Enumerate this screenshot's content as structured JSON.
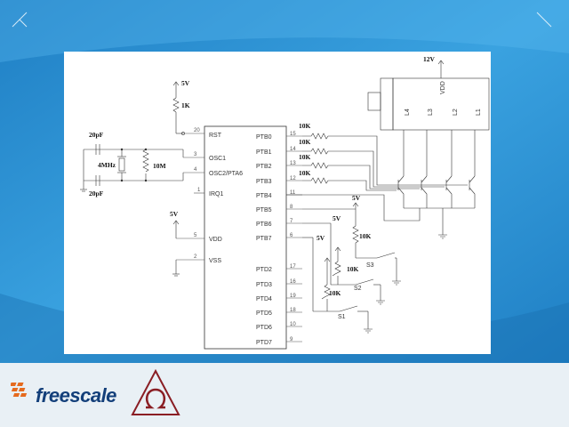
{
  "colors": {
    "background": "#2a8fd0",
    "panel": "#ffffff",
    "footer": "#e9f0f5",
    "brand": "#133f7a",
    "brand_accent": "#e56a1e",
    "omega": "#8a1e24"
  },
  "brand": {
    "name": "freescale"
  },
  "schematic": {
    "power_labels": {
      "vcc_top": "5V",
      "vdd_left": "5V",
      "vdd_supply": "12V",
      "sw3": "5V",
      "sw2": "5V",
      "sw1": "5V"
    },
    "components": {
      "r_reset": "1K",
      "c1": "20pF",
      "c2": "20pF",
      "crystal": "4MHz",
      "r_osc": "10M",
      "r_ptb0": "10K",
      "r_ptb1": "10K",
      "r_ptb2": "10K",
      "r_ptb3": "10K",
      "r_sw3": "10K",
      "r_sw2": "10K",
      "r_sw1": "10K",
      "s3": "S3",
      "s2": "S2",
      "s1": "S1"
    },
    "mcu_left_pins": [
      {
        "num": "20",
        "name": "RST"
      },
      {
        "num": "3",
        "name": "OSC1"
      },
      {
        "num": "4",
        "name": "OSC2/PTA6"
      },
      {
        "num": "1",
        "name": "IRQ1"
      },
      {
        "num": "5",
        "name": "VDD"
      },
      {
        "num": "2",
        "name": "VSS"
      }
    ],
    "mcu_right_pins": [
      {
        "num": "15",
        "name": "PTB0"
      },
      {
        "num": "14",
        "name": "PTB1"
      },
      {
        "num": "13",
        "name": "PTB2"
      },
      {
        "num": "12",
        "name": "PTB3"
      },
      {
        "num": "11",
        "name": "PTB4"
      },
      {
        "num": "8",
        "name": "PTB5"
      },
      {
        "num": "7",
        "name": "PTB6"
      },
      {
        "num": "6",
        "name": "PTB7"
      },
      {
        "num": "17",
        "name": "PTD2"
      },
      {
        "num": "16",
        "name": "PTD3"
      },
      {
        "num": "19",
        "name": "PTD4"
      },
      {
        "num": "18",
        "name": "PTD5"
      },
      {
        "num": "10",
        "name": "PTD6"
      },
      {
        "num": "9",
        "name": "PTD7"
      }
    ],
    "motor": {
      "vdd": "VDD",
      "pins": [
        "L4",
        "L3",
        "L2",
        "L1"
      ]
    }
  }
}
